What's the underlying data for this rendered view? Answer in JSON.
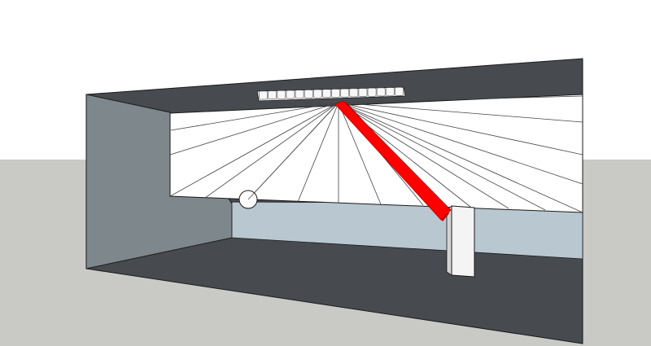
{
  "scene": {
    "kind": "3d-model-viewport",
    "description_visible_text": "",
    "colors": {
      "sky": "#ffffff",
      "ground": "#c9c9c5",
      "room_dark": "#474b4f",
      "left_wall": "#7e878c",
      "back_wall_blue": "#b8c7d0",
      "screen_panel": "#ffffff",
      "fan_lines": "#444444",
      "light_fixture": "#f2f2f2",
      "beam": "#ff0000",
      "beam_edge": "#b20000",
      "pillar": "#f4f4f4",
      "edges": "#1a1a1a"
    },
    "objects": [
      {
        "name": "ceiling-light-fixture",
        "segments": 16
      },
      {
        "name": "projection-panel",
        "fan_rays": 17
      },
      {
        "name": "red-beam"
      },
      {
        "name": "circular-target"
      },
      {
        "name": "receiver-pillar"
      }
    ]
  }
}
